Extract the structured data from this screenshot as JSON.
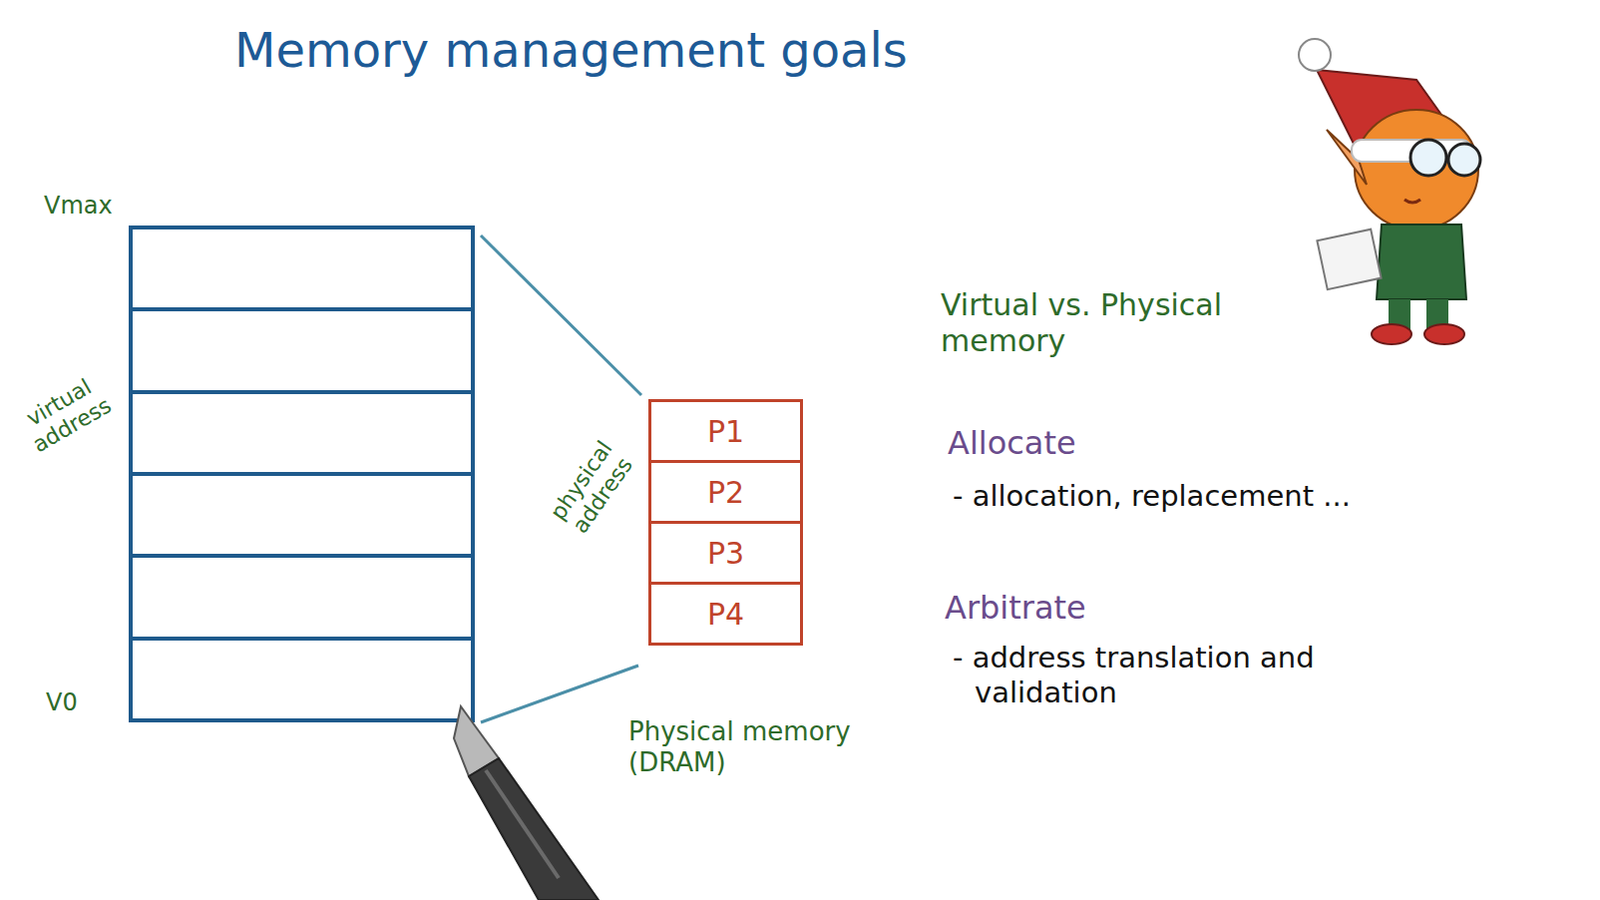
{
  "diagram": {
    "title": "Memory management goals",
    "nodes": [
      {
        "text": [
          "P1"
        ]
      },
      {
        "text": [
          "P2"
        ]
      },
      {
        "text": [
          "P3"
        ]
      },
      {
        "text": [
          "P4"
        ]
      }
    ],
    "labels": [
      "Vmax",
      "virtual address",
      "V0",
      "physical address",
      "Physical memory (DRAM)",
      "Virtual vs. Physical memory",
      "Allocate",
      "- allocation, replacement ...",
      "Arbitrate",
      "- address translation and validation"
    ]
  }
}
